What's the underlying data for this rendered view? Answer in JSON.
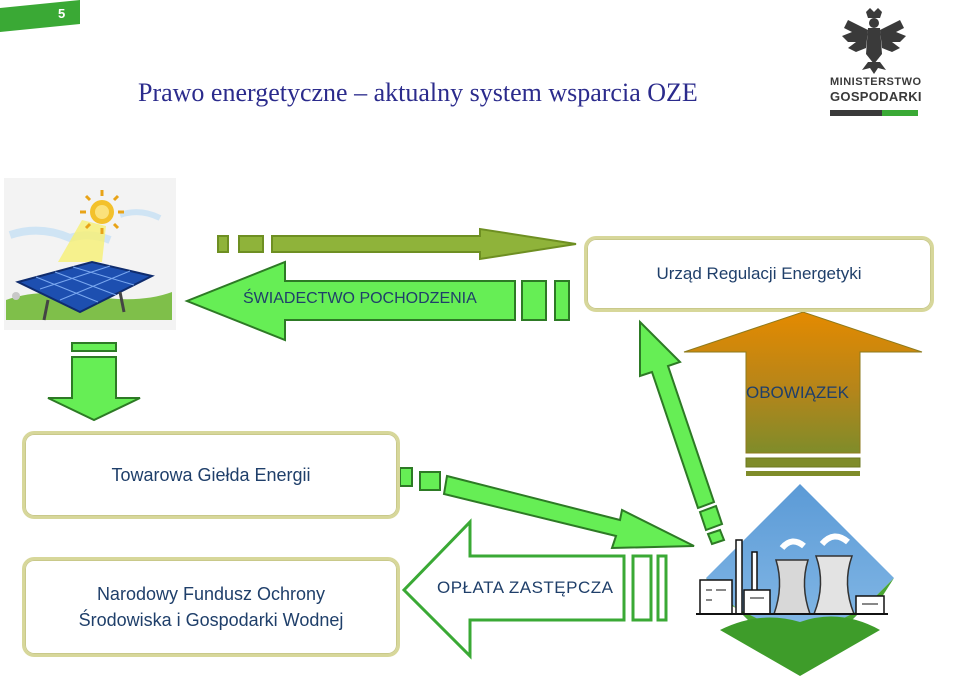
{
  "slide_number": "5",
  "title": "Prawo energetyczne – aktualny system wsparcia OZE",
  "logo": {
    "line1": "MINISTERSTWO",
    "line2": "GOSPODARKI",
    "icon": "eagle-emblem"
  },
  "nodes": {
    "ure": "Urząd Regulacji Energetyki",
    "tge": "Towarowa Giełda Energii",
    "nfos_line1": "Narodowy Fundusz Ochrony",
    "nfos_line2": "Środowiska i Gospodarki Wodnej"
  },
  "arrow_labels": {
    "certificate": "ŚWIADECTWO POCHODZENIA",
    "obligation": "OBOWIĄZEK",
    "substitute_fee": "OPŁATA ZASTĘPCZA"
  },
  "illustrations": {
    "solar": "solar-panel-icon",
    "plant": "power-plant-icon"
  },
  "colors": {
    "arrow_fill": "#66ee55",
    "arrow_stroke": "#2d7a25",
    "up_arrow_top": "#e08a00",
    "up_arrow_bottom": "#8b8b2a",
    "box_border": "#d7d79a",
    "text": "#1f3f6a"
  }
}
